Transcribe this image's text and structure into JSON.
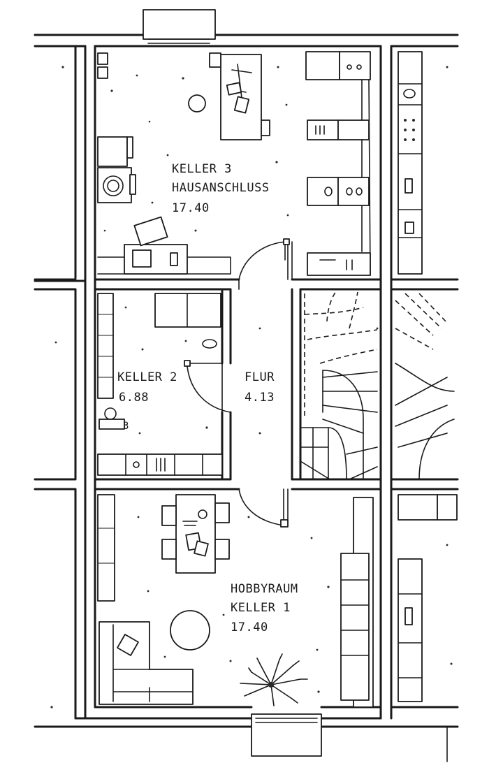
{
  "rooms": [
    {
      "id": "keller-3",
      "name": "KELLER 3",
      "subtitle": "HAUSANSCHLUSS",
      "area": "17.40"
    },
    {
      "id": "keller-2",
      "name": "KELLER 2",
      "area": "6.88"
    },
    {
      "id": "flur",
      "name": "FLUR",
      "area": "4.13"
    },
    {
      "id": "hobbyraum",
      "name": "HOBBYRAUM",
      "subtitle": "KELLER 1",
      "area": "17.40"
    }
  ],
  "colors": {
    "ink": "#1a1a1a",
    "paper": "#ffffff"
  },
  "icons": [
    "stair-icon",
    "window-icon",
    "door-swing-icon",
    "plant-icon",
    "table-icon",
    "sofa-icon",
    "shelf-icon"
  ]
}
